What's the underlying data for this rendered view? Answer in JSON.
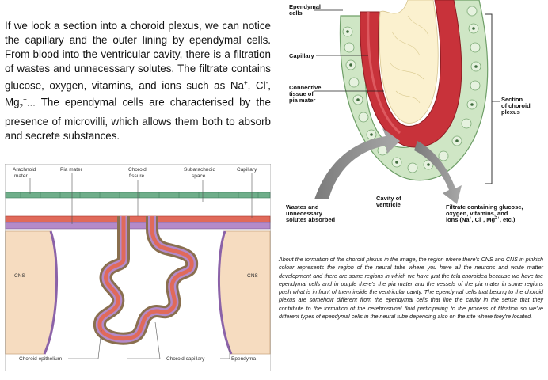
{
  "intro": {
    "part1": "If we look a section into a choroid plexus, we can notice the capillary and the outer lining by ependymal cells. From blood into the ventricular cavity, there is a filtration of wastes and unnecessary solutes. The filtrate contains glucose, oxygen, vitamins, and ions such as Na",
    "sup1": "+",
    "part2": ", Cl",
    "sup2": "-",
    "part3": ", Mg",
    "sub3": "2",
    "sup3": "+",
    "part4": "... The ependymal cells are characterised by the presence of microvilli, which allows them both to absorb and secrete substances."
  },
  "caption": "About the formation of the choroid plexus in the image, the region where there's CNS and CNS in pinkish colour represents the region of the neural tube where you have all the neurons and white matter development and there are some regions in which we have just the tela choroidea because we have the ependymal cells and in purple there's the pia mater and the vessels of the pia mater in some regions push what is in front of them inside the ventricular cavity. The ependymal cells that belong to the choroid plexus are somehow different from the ependymal cells that line the cavity in the sense that they contribute to the formation of the cerebrospinal fluid participating to the process of filtration so we've different types of ependymal cells in the neural tube depending also on the site where they're located.",
  "figure_plexus": {
    "ependymal": [
      "Ependymal",
      "cells"
    ],
    "capillary": "Capillary",
    "connective": [
      "Connective",
      "tissue of",
      "pia mater"
    ],
    "section": [
      "Section",
      "of choroid",
      "plexus"
    ],
    "cavity": [
      "Cavity of",
      "ventricle"
    ],
    "wastes": [
      "Wastes and",
      "unnecessary",
      "solutes absorbed"
    ],
    "filtrate": [
      "Filtrate containing glucose,",
      "oxygen, vitamins, and",
      "ions (Na",
      "+",
      ", Cl",
      "−",
      ", Mg",
      "2+",
      ", etc.)"
    ]
  },
  "figure_cross": {
    "arachnoid": [
      "Arachnoid",
      "mater"
    ],
    "pia": "Pia mater",
    "fissure": [
      "Choroid",
      "fissure"
    ],
    "subarachnoid": [
      "Subarachnoid",
      "space"
    ],
    "capillary": "Capillary",
    "cns_left": "CNS",
    "cns_right": "CNS",
    "epithelium": "Choroid epithelium",
    "choroid_capillary": "Choroid capillary",
    "ependyma": "Ependyma"
  }
}
